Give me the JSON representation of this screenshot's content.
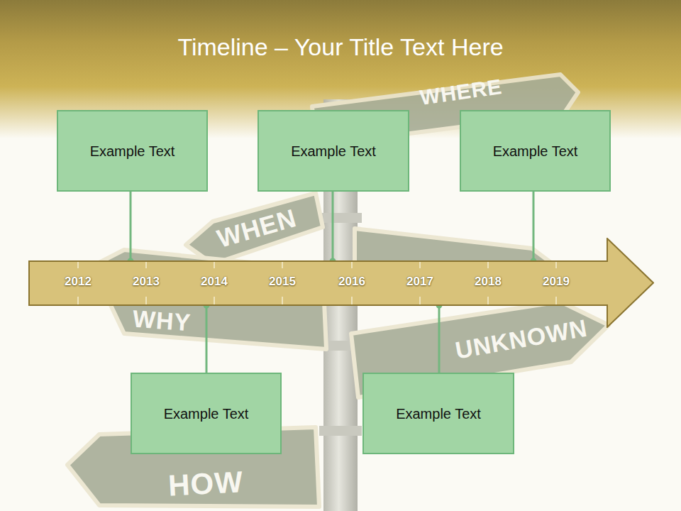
{
  "diagram": {
    "title": "Timeline – Your Title Text Here",
    "nodes": [
      {
        "text": [
          "Example Text"
        ]
      },
      {
        "text": [
          "Example Text"
        ]
      },
      {
        "text": [
          "Example Text"
        ]
      },
      {
        "text": [
          "2012",
          "2013",
          "2014",
          "2015",
          "2016",
          "2017",
          "2018",
          "2019"
        ]
      },
      {
        "text": [
          "Example Text"
        ]
      },
      {
        "text": [
          "Example Text"
        ]
      }
    ],
    "edges": [
      {
        "from": 0,
        "to": 3,
        "arrow": "none"
      },
      {
        "from": 1,
        "to": 3,
        "arrow": "none"
      },
      {
        "from": 2,
        "to": 3,
        "arrow": "none"
      },
      {
        "from": 4,
        "to": 3,
        "arrow": "none"
      },
      {
        "from": 5,
        "to": 3,
        "arrow": "none"
      }
    ],
    "labels": [
      "WHERE",
      "WHEN",
      "WHY",
      "UNKNOWN",
      "HOW"
    ]
  }
}
